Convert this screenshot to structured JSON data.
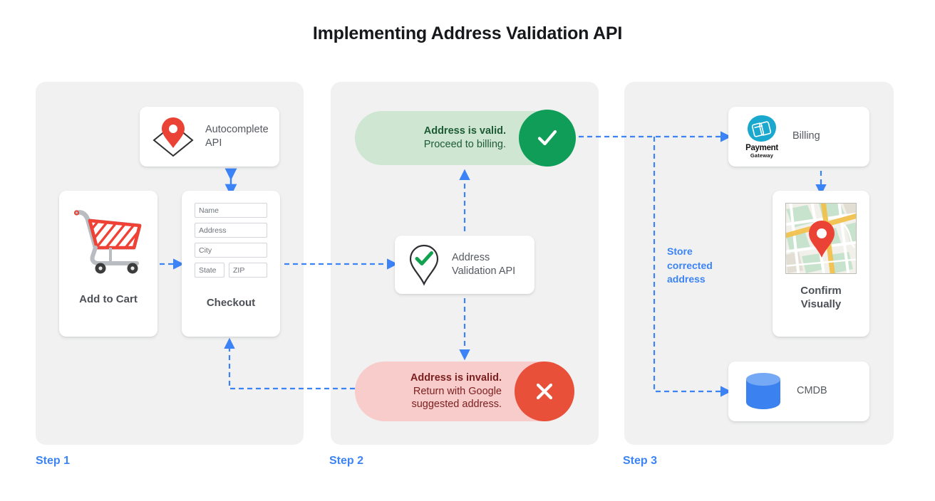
{
  "title": "Implementing Address Validation API",
  "colors": {
    "accent_blue": "#3b83f6",
    "panel_bg": "#f1f1f1",
    "valid_pill_bg": "#cfe6d3",
    "valid_badge": "#0f9d58",
    "valid_text": "#1c5b34",
    "invalid_pill_bg": "#f7ccca",
    "invalid_badge": "#e8503a",
    "invalid_text": "#7c2020",
    "pin_red": "#ea4335",
    "cmdb_blue": "#3b82f0",
    "payment_teal": "#1aa8ce",
    "card_bg": "#ffffff"
  },
  "steps": [
    {
      "label": "Step 1"
    },
    {
      "label": "Step 2"
    },
    {
      "label": "Step 3"
    }
  ],
  "step1": {
    "add_to_cart": {
      "label": "Add to Cart",
      "icon": "shopping-cart-icon"
    },
    "checkout": {
      "label": "Checkout",
      "fields": [
        {
          "placeholder": "Name"
        },
        {
          "placeholder": "Address"
        },
        {
          "placeholder": "City"
        },
        {
          "placeholder": "State"
        },
        {
          "placeholder": "ZIP"
        }
      ]
    },
    "autocomplete": {
      "label": "Autocomplete\nAPI",
      "line1": "Autocomplete",
      "line2": "API",
      "icon": "map-pin-diamond-icon"
    }
  },
  "step2": {
    "validation_api": {
      "line1": "Address",
      "line2": "Validation API",
      "icon": "pin-check-icon"
    },
    "valid": {
      "headline": "Address is valid.",
      "detail": "Proceed to billing.",
      "icon": "check-circle-icon"
    },
    "invalid": {
      "headline": "Address is invalid.",
      "detail_line1": "Return with Google",
      "detail_line2": "suggested address.",
      "icon": "x-circle-icon"
    }
  },
  "step3": {
    "billing": {
      "label": "Billing",
      "logo_name": "Payment",
      "logo_sub": "Gateway",
      "icon": "payment-gateway-icon"
    },
    "confirm": {
      "line1": "Confirm",
      "line2": "Visually",
      "icon": "map-thumbnail-icon"
    },
    "cmdb": {
      "label": "CMDB",
      "icon": "database-cylinder-icon"
    },
    "store_label": {
      "line1": "Store",
      "line2": "corrected",
      "line3": "address"
    }
  }
}
